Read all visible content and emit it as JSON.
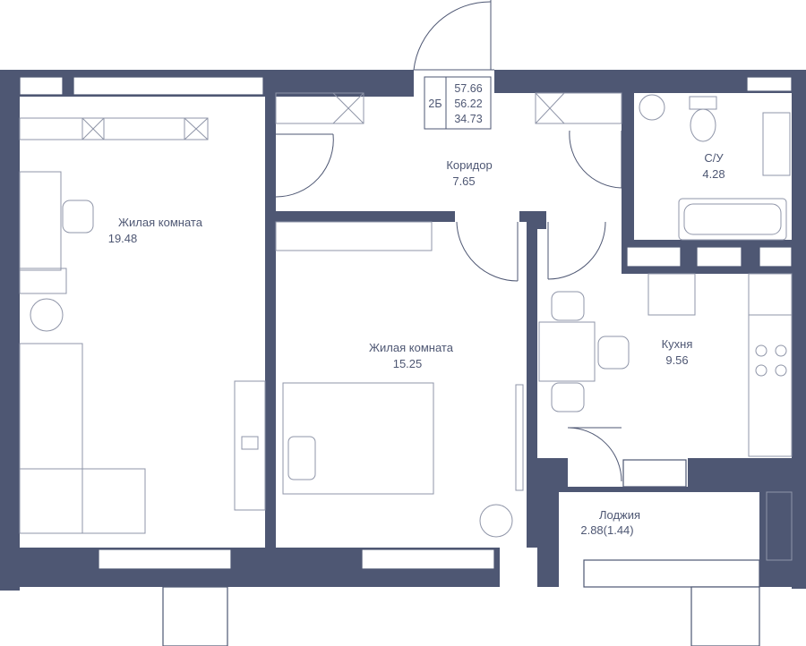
{
  "apartment": {
    "code": "2Б",
    "areas": [
      "57.66",
      "56.22",
      "34.73"
    ]
  },
  "rooms": {
    "living_room_1": {
      "name": "Жилая комната",
      "area": "19.48"
    },
    "corridor": {
      "name": "Коридор",
      "area": "7.65"
    },
    "bathroom": {
      "name": "С/У",
      "area": "4.28"
    },
    "living_room_2": {
      "name": "Жилая комната",
      "area": "15.25"
    },
    "kitchen": {
      "name": "Кухня",
      "area": "9.56"
    },
    "loggia": {
      "name": "Лоджия",
      "area": "2.88(1.44)"
    }
  },
  "colors": {
    "wall": "#4e5773",
    "furniture": "#8f95a8",
    "background": "#ffffff"
  }
}
